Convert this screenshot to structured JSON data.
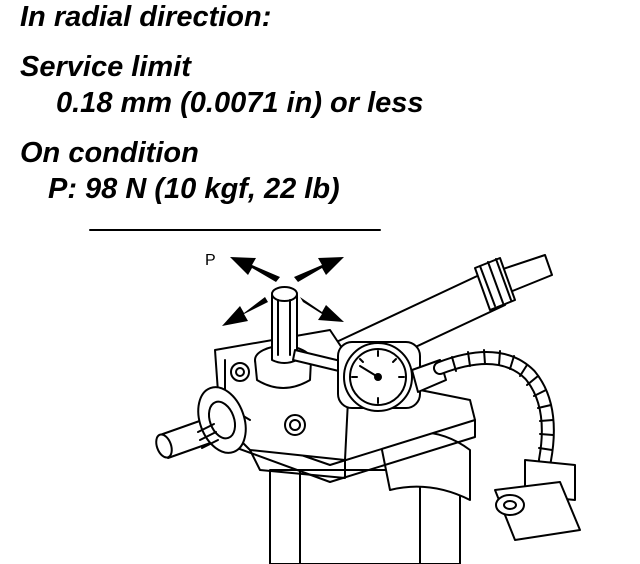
{
  "heading": "In radial direction:",
  "service_limit": {
    "label": "Service limit",
    "value": "0.18 mm (0.0071 in) or less"
  },
  "on_condition": {
    "label": "On condition",
    "value": "P: 98 N (10 kgf, 22 lb)"
  },
  "illustration": {
    "force_label": "P"
  },
  "colors": {
    "ink": "#000000",
    "paper": "#ffffff"
  }
}
